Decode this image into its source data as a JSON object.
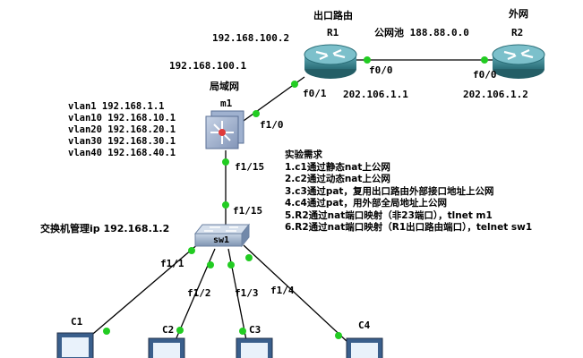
{
  "devices": {
    "r1": {
      "caption": "出口路由",
      "name": "R1",
      "ip_top": "192.168.100.2",
      "ip_left": "192.168.100.1",
      "ip_wan": "202.106.1.1",
      "port_wan": "f0/0",
      "port_lan": "f0/1"
    },
    "r2": {
      "caption": "外网",
      "name": "R2",
      "ip_wan": "202.106.1.2",
      "port_wan": "f0/0"
    },
    "pool": "公网池 188.88.0.0",
    "m1": {
      "caption": "局域网",
      "name": "m1",
      "port_up": "f1/0",
      "port_down": "f1/15"
    },
    "sw1": {
      "name": "sw1",
      "mgmt": "交换机管理ip 192.168.1.2",
      "port_up": "f1/15",
      "ports": [
        "f1/1",
        "f1/2",
        "f1/3",
        "f1/4"
      ]
    },
    "pcs": [
      "C1",
      "C2",
      "C3",
      "C4"
    ]
  },
  "vlans": [
    "vlan1  192.168.1.1",
    "vlan10 192.168.10.1",
    "vlan20 192.168.20.1",
    "vlan30 192.168.30.1",
    "vlan40 192.168.40.1"
  ],
  "requirements": {
    "title": "实验需求",
    "items": [
      "1.c1通过静态nat上公网",
      "2.c2通过动态nat上公网",
      "3.c3通过pat，复用出口路由外部接口地址上公网",
      "4.c4通过pat，用外部全局地址上公网",
      "5.R2通过nat端口映射（非23端口），tlnet m1",
      "6.R2通过nat端口映射（R1出口路由端口），telnet sw1"
    ]
  },
  "colors": {
    "router": "#2f7f8a",
    "router_top": "#6cb6c2",
    "link": "#000000",
    "dot": "#22cc22",
    "switch": "#8aa2bf"
  }
}
